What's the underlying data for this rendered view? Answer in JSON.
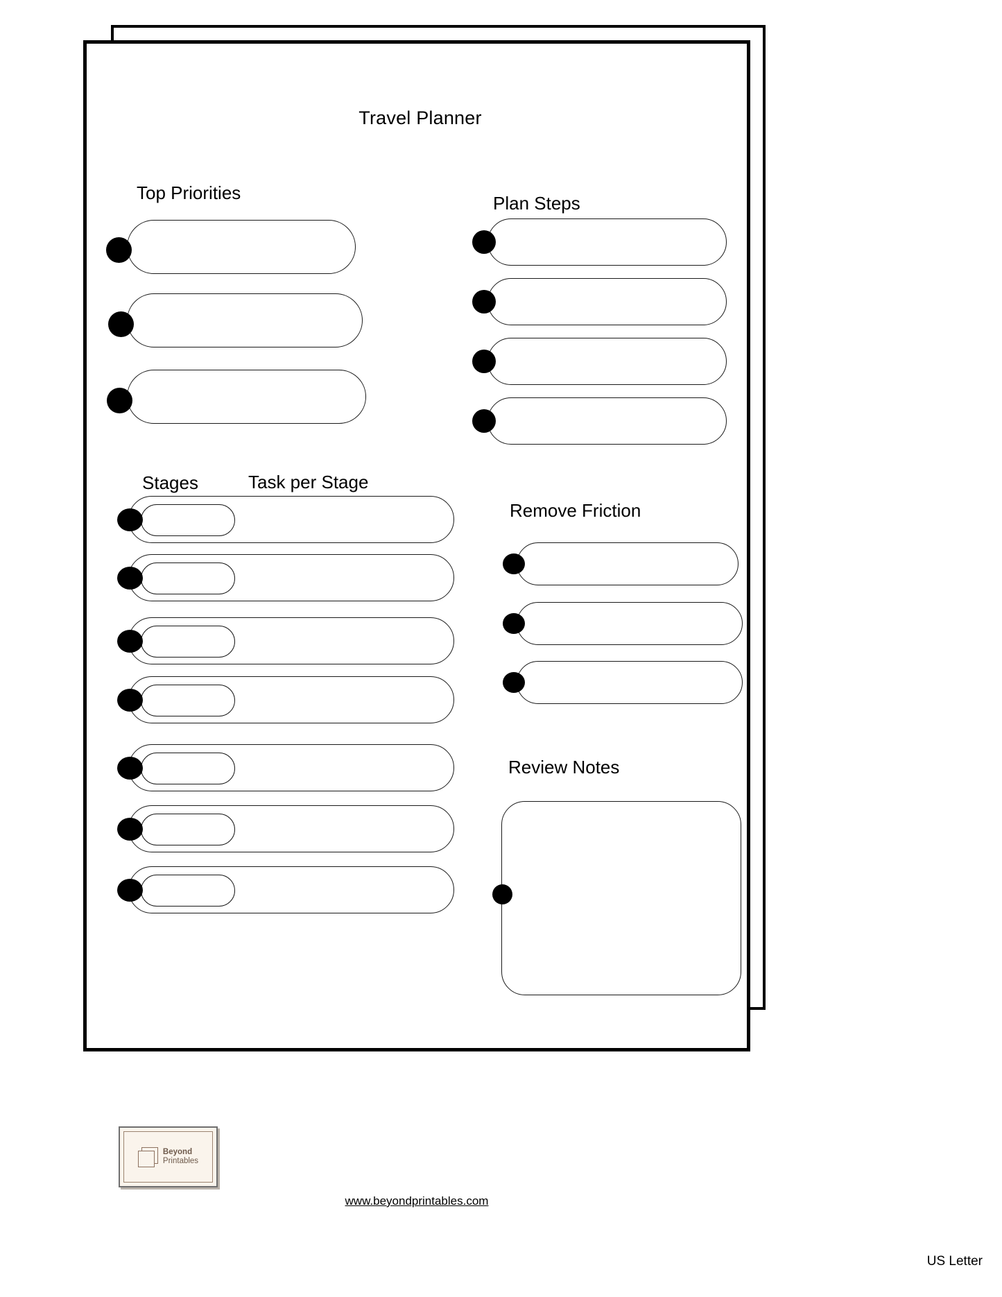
{
  "document": {
    "title": "Travel Planner",
    "paper_size": "US Letter",
    "footer_url": "www.beyondprintables.com"
  },
  "logo": {
    "name": "beyond-printables-logo",
    "line1": "Beyond",
    "line2": "Printables",
    "background_color": "#faf4ec",
    "text_color": "#6e5a4b",
    "border_color": "#9c8470"
  },
  "sections": {
    "top_priorities": {
      "heading": "Top Priorities",
      "rows": 3
    },
    "plan_steps": {
      "heading": "Plan Steps",
      "rows": 4
    },
    "stages": {
      "heading": "Stages",
      "rows": 7
    },
    "task_per_stage": {
      "heading": "Task per Stage",
      "rows": 7
    },
    "remove_friction": {
      "heading": "Remove Friction",
      "rows": 3
    },
    "review_notes": {
      "heading": "Review Notes",
      "rows": 1
    }
  },
  "colors": {
    "ink": "#000000",
    "line": "#1a1a1a",
    "paper": "#ffffff"
  }
}
